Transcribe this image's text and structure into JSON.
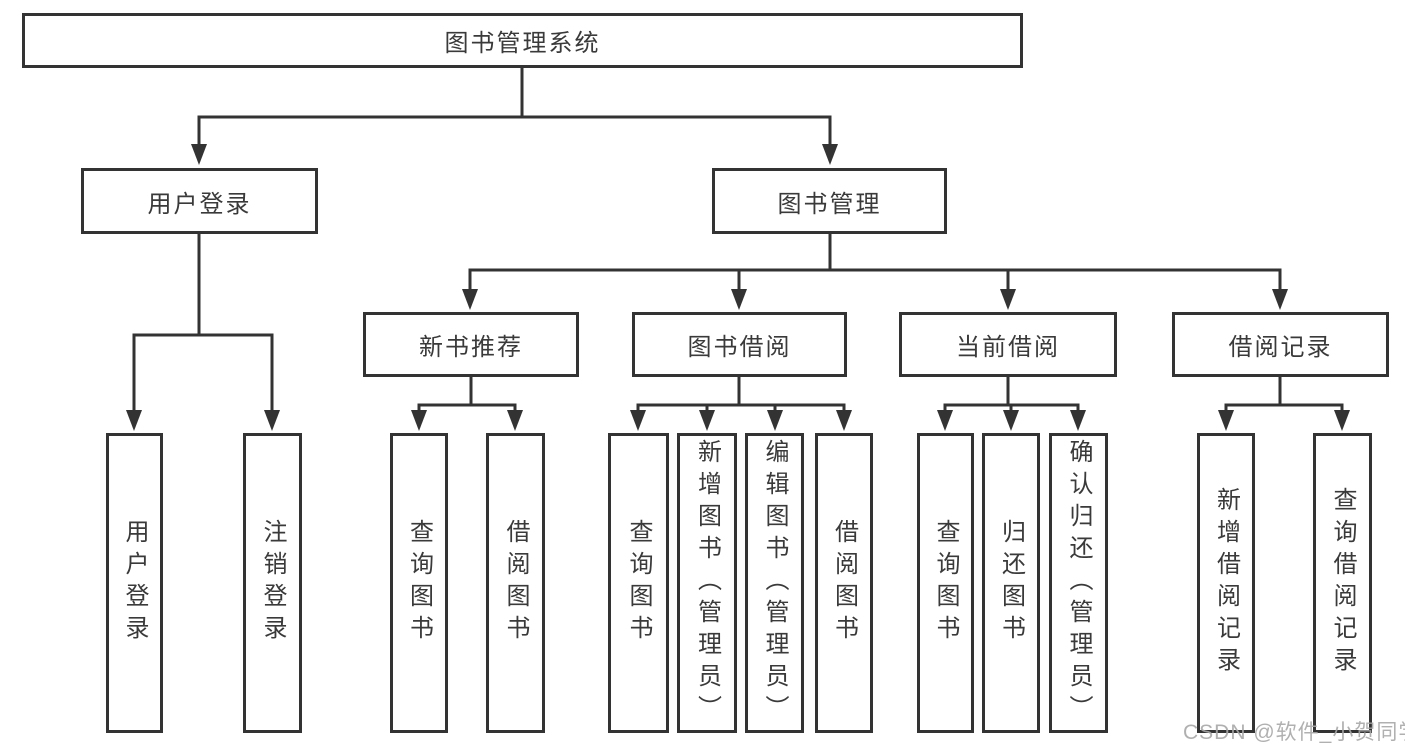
{
  "tree": {
    "root": {
      "label": "图书管理系统"
    },
    "branches": [
      {
        "label": "用户登录",
        "children": [
          {
            "label": "用户登录"
          },
          {
            "label": "注销登录"
          }
        ]
      },
      {
        "label": "图书管理",
        "children": [
          {
            "label": "新书推荐",
            "children": [
              {
                "label": "查询图书"
              },
              {
                "label": "借阅图书"
              }
            ]
          },
          {
            "label": "图书借阅",
            "children": [
              {
                "label": "查询图书"
              },
              {
                "label": "新增图书（管理员）"
              },
              {
                "label": "编辑图书（管理员）"
              },
              {
                "label": "借阅图书"
              }
            ]
          },
          {
            "label": "当前借阅",
            "children": [
              {
                "label": "查询图书"
              },
              {
                "label": "归还图书"
              },
              {
                "label": "确认归还（管理员）"
              }
            ]
          },
          {
            "label": "借阅记录",
            "children": [
              {
                "label": "新增借阅记录"
              },
              {
                "label": "查询借阅记录"
              }
            ]
          }
        ]
      }
    ]
  },
  "watermark": {
    "text": "CSDN @软件_小贺同学"
  },
  "colors": {
    "line": "#333333",
    "text": "#3a3a3a",
    "watermark": "#a8a8a8",
    "background": "#ffffff"
  }
}
